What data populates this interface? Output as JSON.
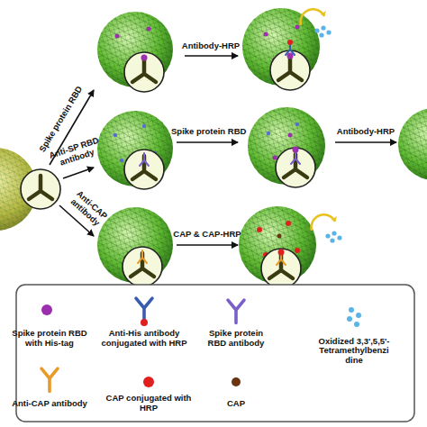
{
  "diagram": {
    "labels": [
      "Spike protein RBD",
      "Antibody-HRP",
      "Anti-SP RBD antibody",
      "Spike protein RBD",
      "Antibody-HRP",
      "Anti-CAP antibody",
      "CAP & CAP-HRP"
    ],
    "legend": [
      {
        "text": "Spike protein RBD with His-tag"
      },
      {
        "text": "Anti-His antibody conjugated with HRP"
      },
      {
        "text": "Spike protein RBD antibody"
      },
      {
        "text": "Oxidized 3,3',5,5'- Tetramethylbenzi dine"
      },
      {
        "text": "Anti-CAP antibody"
      },
      {
        "text": "CAP conjugated with HRP"
      },
      {
        "text": "CAP"
      }
    ]
  }
}
